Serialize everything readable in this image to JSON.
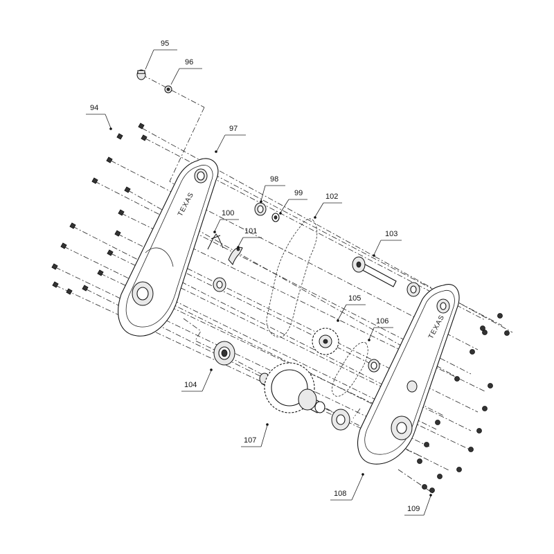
{
  "diagram": {
    "cover_text_left": "TEXAS",
    "cover_text_right": "TEXAS",
    "labels": {
      "p94": "94",
      "p95": "95",
      "p96": "96",
      "p97": "97",
      "p98": "98",
      "p99": "99",
      "p100": "100",
      "p101": "101",
      "p102": "102",
      "p103": "103",
      "p104": "104",
      "p105": "105",
      "p106": "106",
      "p107": "107",
      "p108": "108",
      "p109": "109"
    }
  }
}
